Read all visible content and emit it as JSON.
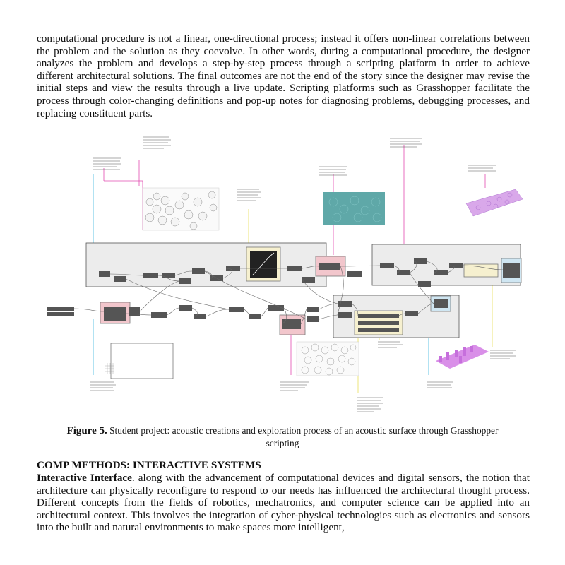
{
  "paragraph_1": "computational procedure is not a linear, one-directional process; instead it offers non-linear correlations between the problem and the solution as they coevolve.  In other words, during a computational procedure, the designer analyzes the problem and develops a step-by-step process through a scripting platform in order to achieve different architectural solutions. The final outcomes are not the end of the story since the designer may revise the initial steps and view the results through a live update. Scripting platforms such as Grasshopper facilitate the process through color-changing definitions and pop-up notes for diagnosing problems, debugging processes, and replacing constituent parts.",
  "figure": {
    "label": "Figure 5.",
    "caption": " Student project: acoustic creations and exploration process of an acoustic surface through Grasshopper scripting"
  },
  "section_heading": "COMP METHODS: INTERACTIVE SYSTEMS",
  "paragraph_2": {
    "run_in": "Interactive Interface",
    "text": ". along with the advancement of computational devices and digital sensors, the notion that architecture can physically reconfigure to respond to our needs has influenced the architectural thought process. Different concepts from the fields of robotics, mechatronics, and computer science can be applied into an architectural context. This involves the integration of cyber-physical technologies such as electronics and sensors into the built and natural environments to make spaces more intelligent,"
  },
  "colors": {
    "group_grey": "#ececec",
    "group_pink": "#f2c6cc",
    "group_blue": "#cfe6f2",
    "group_yellow": "#f6f0cf",
    "leader_magenta": "#e24bb0",
    "leader_cyan": "#3fb8e0",
    "leader_yellow": "#e8e05a",
    "surface_teal": "#5fa8a8",
    "surface_violet": "#c98de0"
  }
}
